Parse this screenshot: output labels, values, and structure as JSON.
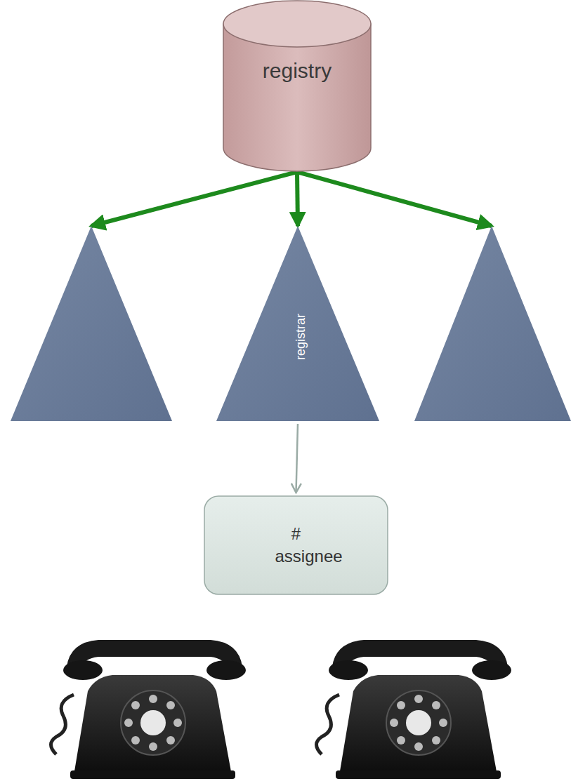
{
  "diagram": {
    "nodes": [
      {
        "text": [
          "registry"
        ]
      },
      {
        "text": []
      },
      {
        "text": [
          "registrar"
        ]
      },
      {
        "text": []
      },
      {
        "text": [
          "# assignee"
        ]
      }
    ],
    "edges": [
      {
        "from": 0,
        "to": 1,
        "arrow": "to"
      },
      {
        "from": 0,
        "to": 2,
        "arrow": "to"
      },
      {
        "from": 0,
        "to": 3,
        "arrow": "to"
      },
      {
        "from": 2,
        "to": 4,
        "arrow": "to"
      }
    ]
  }
}
